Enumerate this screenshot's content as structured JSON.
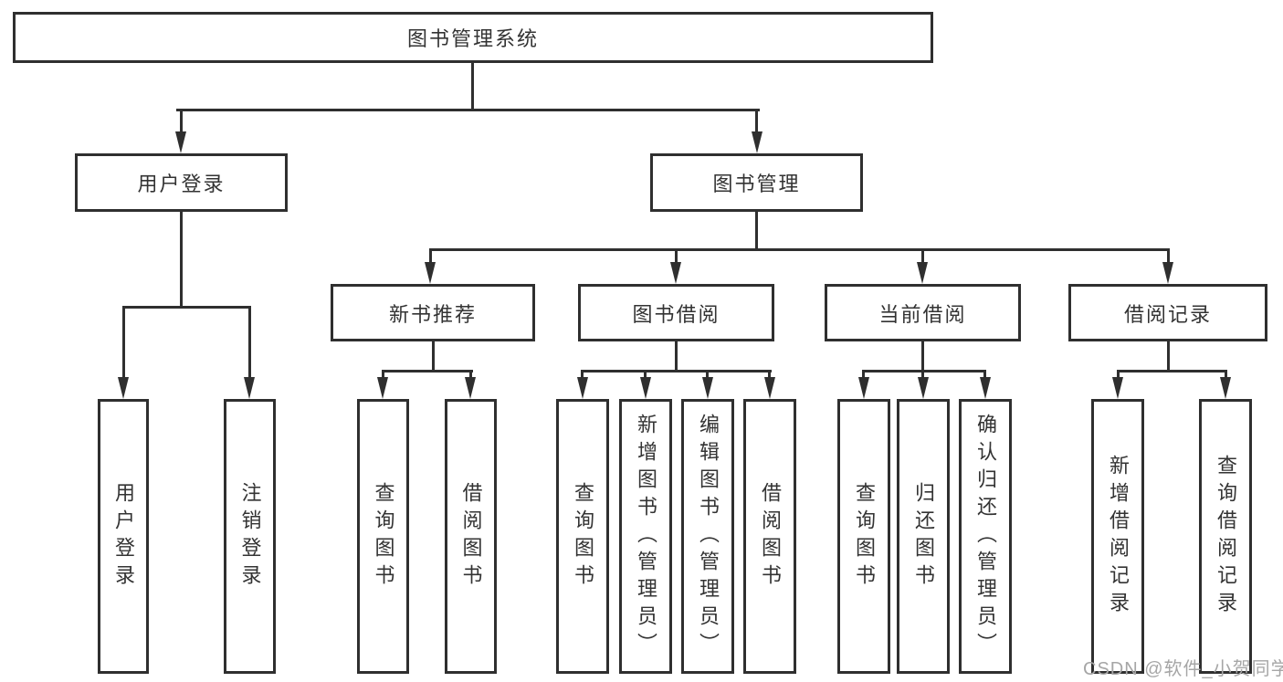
{
  "tree": {
    "root": {
      "label": "图书管理系统"
    },
    "branches": [
      {
        "label": "用户登录",
        "children": [
          {
            "label": "用户登录"
          },
          {
            "label": "注销登录"
          }
        ]
      },
      {
        "label": "图书管理",
        "children": [
          {
            "label": "新书推荐",
            "children": [
              {
                "label": "查询图书"
              },
              {
                "label": "借阅图书"
              }
            ]
          },
          {
            "label": "图书借阅",
            "children": [
              {
                "label": "查询图书"
              },
              {
                "label": "新增图书（管理员）"
              },
              {
                "label": "编辑图书（管理员）"
              },
              {
                "label": "借阅图书"
              }
            ]
          },
          {
            "label": "当前借阅",
            "children": [
              {
                "label": "查询图书"
              },
              {
                "label": "归还图书"
              },
              {
                "label": "确认归还（管理员）"
              }
            ]
          },
          {
            "label": "借阅记录",
            "children": [
              {
                "label": "新增借阅记录"
              },
              {
                "label": "查询借阅记录"
              }
            ]
          }
        ]
      }
    ]
  },
  "watermark": {
    "text": "CSDN @软件_小贺同学"
  },
  "colors": {
    "line": "#2f2f2f",
    "text": "#333333",
    "box_background": "#ffffff",
    "watermark": "#a6a6a6",
    "page_background": "#ffffff"
  }
}
